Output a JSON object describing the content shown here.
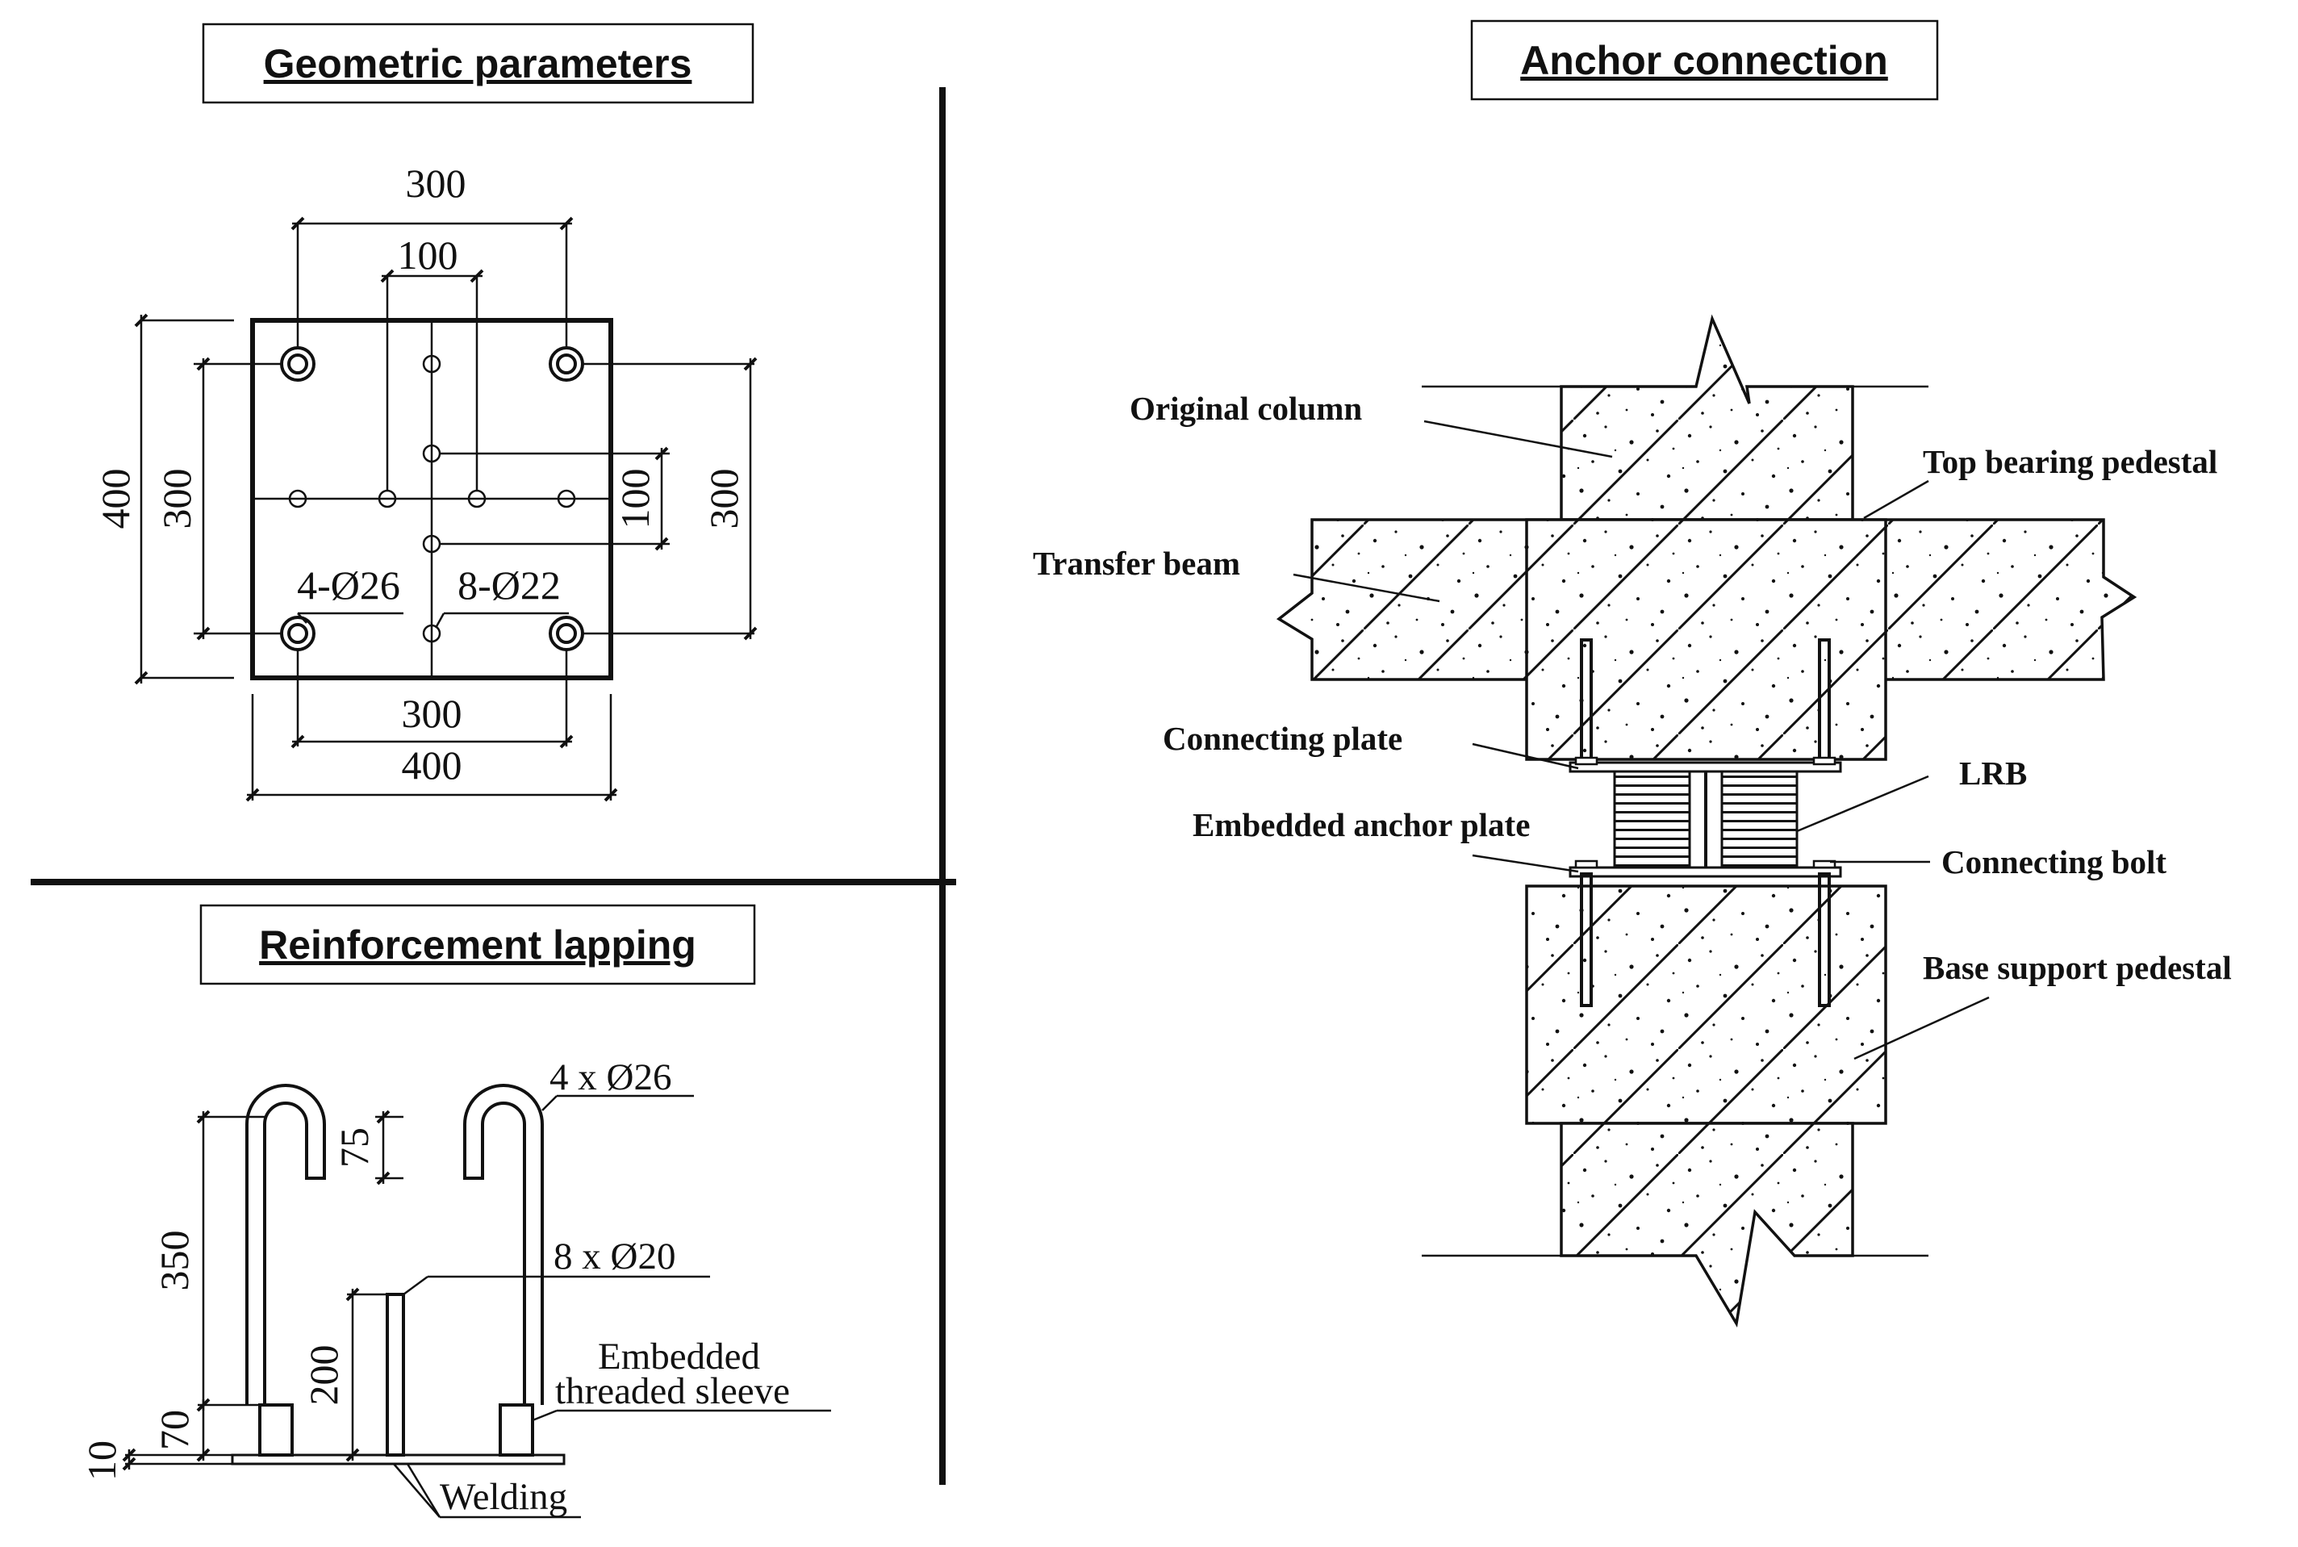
{
  "panels": {
    "geometric": {
      "title": "Geometric parameters",
      "dims": {
        "top_outer": "300",
        "top_inner": "100",
        "left_outer": "400",
        "left_inner": "300",
        "right_inner": "100",
        "right_outer": "300",
        "bottom_inner": "300",
        "bottom_outer": "400"
      },
      "hole_labels": {
        "large": "4-Ø26",
        "small": "8-Ø22"
      }
    },
    "reinforcement": {
      "title": "Reinforcement lapping",
      "labels": {
        "hook_bars": "4 x Ø26",
        "straight_bars": "8 x Ø20",
        "sleeve_line1": "Embedded",
        "sleeve_line2": "threaded sleeve",
        "welding": "Welding"
      },
      "dims": {
        "hook": "75",
        "hook_height": "350",
        "bar_height": "200",
        "sleeve_height": "70",
        "plate": "10"
      }
    },
    "anchor": {
      "title": "Anchor connection",
      "labels": {
        "original_column": "Original column",
        "top_pedestal": "Top bearing pedestal",
        "transfer_beam": "Transfer beam",
        "connecting_plate": "Connecting plate",
        "lrb": "LRB",
        "embedded_plate": "Embedded anchor plate",
        "connecting_bolt": "Connecting bolt",
        "base_pedestal": "Base support pedestal"
      }
    }
  }
}
